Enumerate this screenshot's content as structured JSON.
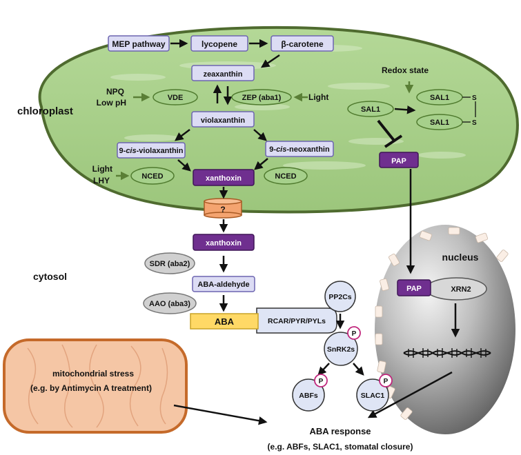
{
  "compartments": {
    "chloroplast": "chloroplast",
    "cytosol": "cytosol",
    "nucleus": "nucleus"
  },
  "pathway": {
    "mep": "MEP pathway",
    "lycopene": "lycopene",
    "bcarotene": "β-carotene",
    "zeaxanthin": "zeaxanthin",
    "violaxanthin": "violaxanthin",
    "cis_violax_prefix": "9-",
    "cis_violax_italic": "cis",
    "cis_violax_suffix": "-violaxanthin",
    "cis_neox_prefix": "9-",
    "cis_neox_italic": "cis",
    "cis_neox_suffix": "-neoxanthin",
    "xanthoxin_chloroplast": "xanthoxin",
    "transporter": "?",
    "xanthoxin_cytosol": "xanthoxin",
    "aba_aldehyde": "ABA-aldehyde",
    "aba": "ABA"
  },
  "enzymes": {
    "vde": "VDE",
    "zep": "ZEP (aba1)",
    "nced_left": "NCED",
    "nced_right": "NCED",
    "sdr": "SDR (aba2)",
    "aao": "AAO (aba3)"
  },
  "regulators": {
    "npq": "NPQ",
    "low_ph": "Low pH",
    "light_zep": "Light",
    "light_nced": "Light",
    "lhy": "LHY",
    "redox": "Redox state"
  },
  "retrograde": {
    "sal1": "SAL1",
    "sal1_top": "SAL1",
    "sal1_bottom": "SAL1",
    "s_top": "S",
    "s_bottom": "S",
    "pap_chloroplast": "PAP",
    "pap_nucleus": "PAP",
    "xrn2": "XRN2"
  },
  "signaling": {
    "receptor": "RCAR/PYR/PYLs",
    "pp2cs": "PP2Cs",
    "snrk2s": "SnRK2s",
    "abfs": "ABFs",
    "slac1": "SLAC1",
    "phospho": "P"
  },
  "mito": {
    "line1": "mitochondrial stress",
    "line2": "(e.g. by Antimycin A treatment)"
  },
  "response": {
    "title": "ABA response",
    "detail": "(e.g. ABFs, SLAC1, stomatal closure)"
  },
  "colors": {
    "chloroplast_fill": "#a9cf8a",
    "chloroplast_stroke": "#4f6b2f",
    "lavender_box": "#dcdcf4",
    "lavender_stroke": "#6c64b0",
    "enzyme_green": "#a6d08b",
    "enzyme_green_stroke": "#4f7a2e",
    "purple_box": "#6f2f8f",
    "grey_enzyme": "#d0d0d0",
    "aba_yellow": "#ffd966",
    "mito_fill": "#f5c6a5",
    "mito_stroke": "#c56a2a",
    "receptor_blue": "#dfe5f5",
    "phospho_stroke": "#c0267c",
    "nucleus_dark": "#6e6e6e",
    "transporter_orange": "#f4a470"
  }
}
